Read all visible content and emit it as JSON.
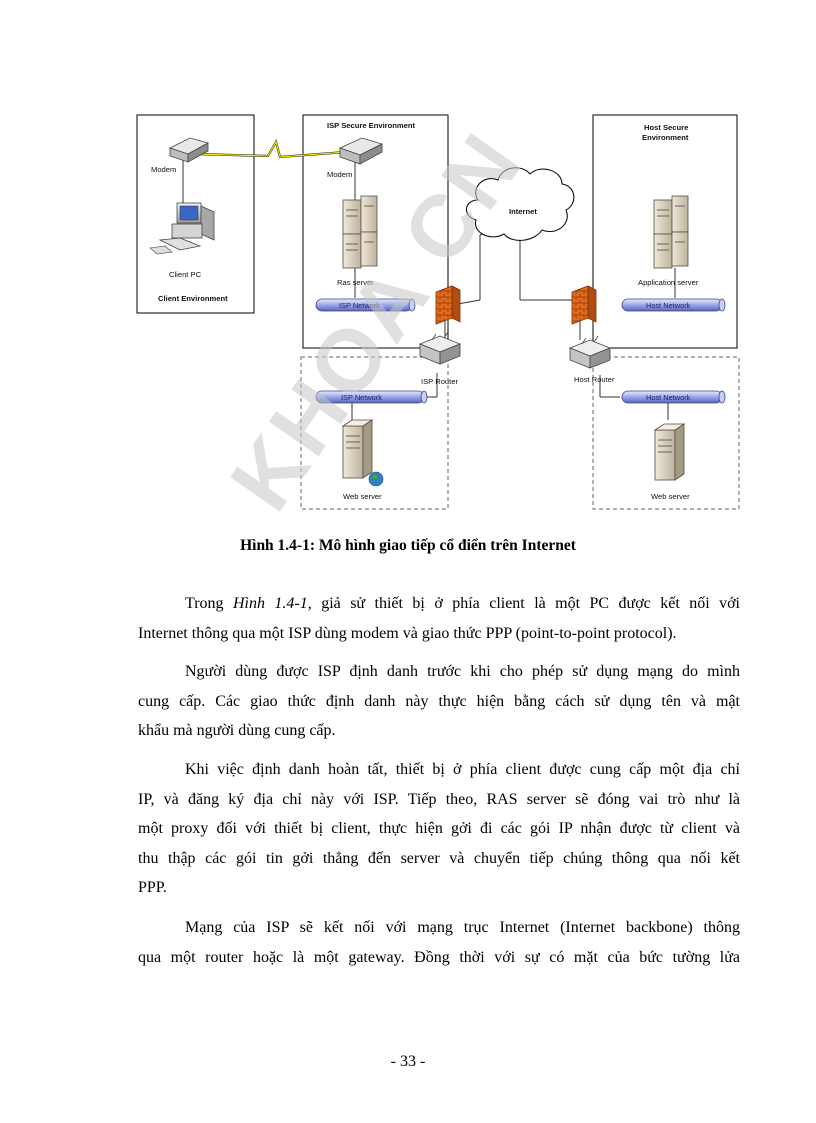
{
  "diagram": {
    "labels": {
      "isp_secure_env": "ISP Secure Environment",
      "host_secure_env_1": "Host Secure",
      "host_secure_env_2": "Environment",
      "client_modem": "Modem",
      "isp_modem": "Modem",
      "client_pc": "Client PC",
      "client_env": "Client Environment",
      "internet": "Internet",
      "ras_server": "Ras server",
      "application_server": "Application  server",
      "isp_network_top": "ISP Network",
      "host_network_top": "Host Network",
      "isp_router": "ISP Router",
      "host_router": "Host Router",
      "isp_network_bottom": "ISP Network",
      "host_network_bottom": "Host Network",
      "web_server_left": "Web server",
      "web_server_right": "Web server"
    }
  },
  "watermark": "KHOA CN",
  "caption": "Hình 1.4-1: Mô hình giao tiếp cổ điển trên Internet",
  "paragraphs": [
    {
      "lines": [
        [
          "Trong ",
          "Hình 1.4-1,",
          " giả sử thiết bị ở phía client là một PC được kết nối với"
        ],
        [
          "Internet thông qua một ISP dùng modem và giao thức PPP (point-to-point protocol)."
        ]
      ]
    },
    {
      "lines": [
        [
          "Người dùng được ISP định danh trước khi cho phép sử dụng mạng do mình"
        ],
        [
          "cung cấp. Các giao thức định danh này thực hiện bằng cách sử dụng tên và mật"
        ],
        [
          "khẩu mà người dùng cung cấp."
        ]
      ]
    },
    {
      "lines": [
        [
          "Khi việc định danh hoàn tất, thiết bị ở phía client được cung cấp một địa chỉ"
        ],
        [
          "IP, và đăng ký địa chỉ này với ISP. Tiếp theo, RAS server sẽ đóng vai trò như là"
        ],
        [
          "một proxy đối với thiết bị client, thực hiện gởi đi các gói IP nhận được từ client và"
        ],
        [
          "thu thập các gói tin gởi thẳng đến server và chuyển tiếp chúng thông qua nối kết"
        ],
        [
          "PPP."
        ]
      ]
    },
    {
      "lines": [
        [
          "Mạng của ISP sẽ kết nối với mạng trục Internet (Internet backbone) thông"
        ],
        [
          "qua một router hoặc là một gateway. Đồng thời với sự có mặt của bức tường lửa"
        ]
      ]
    }
  ],
  "page_number": "- 33 -"
}
